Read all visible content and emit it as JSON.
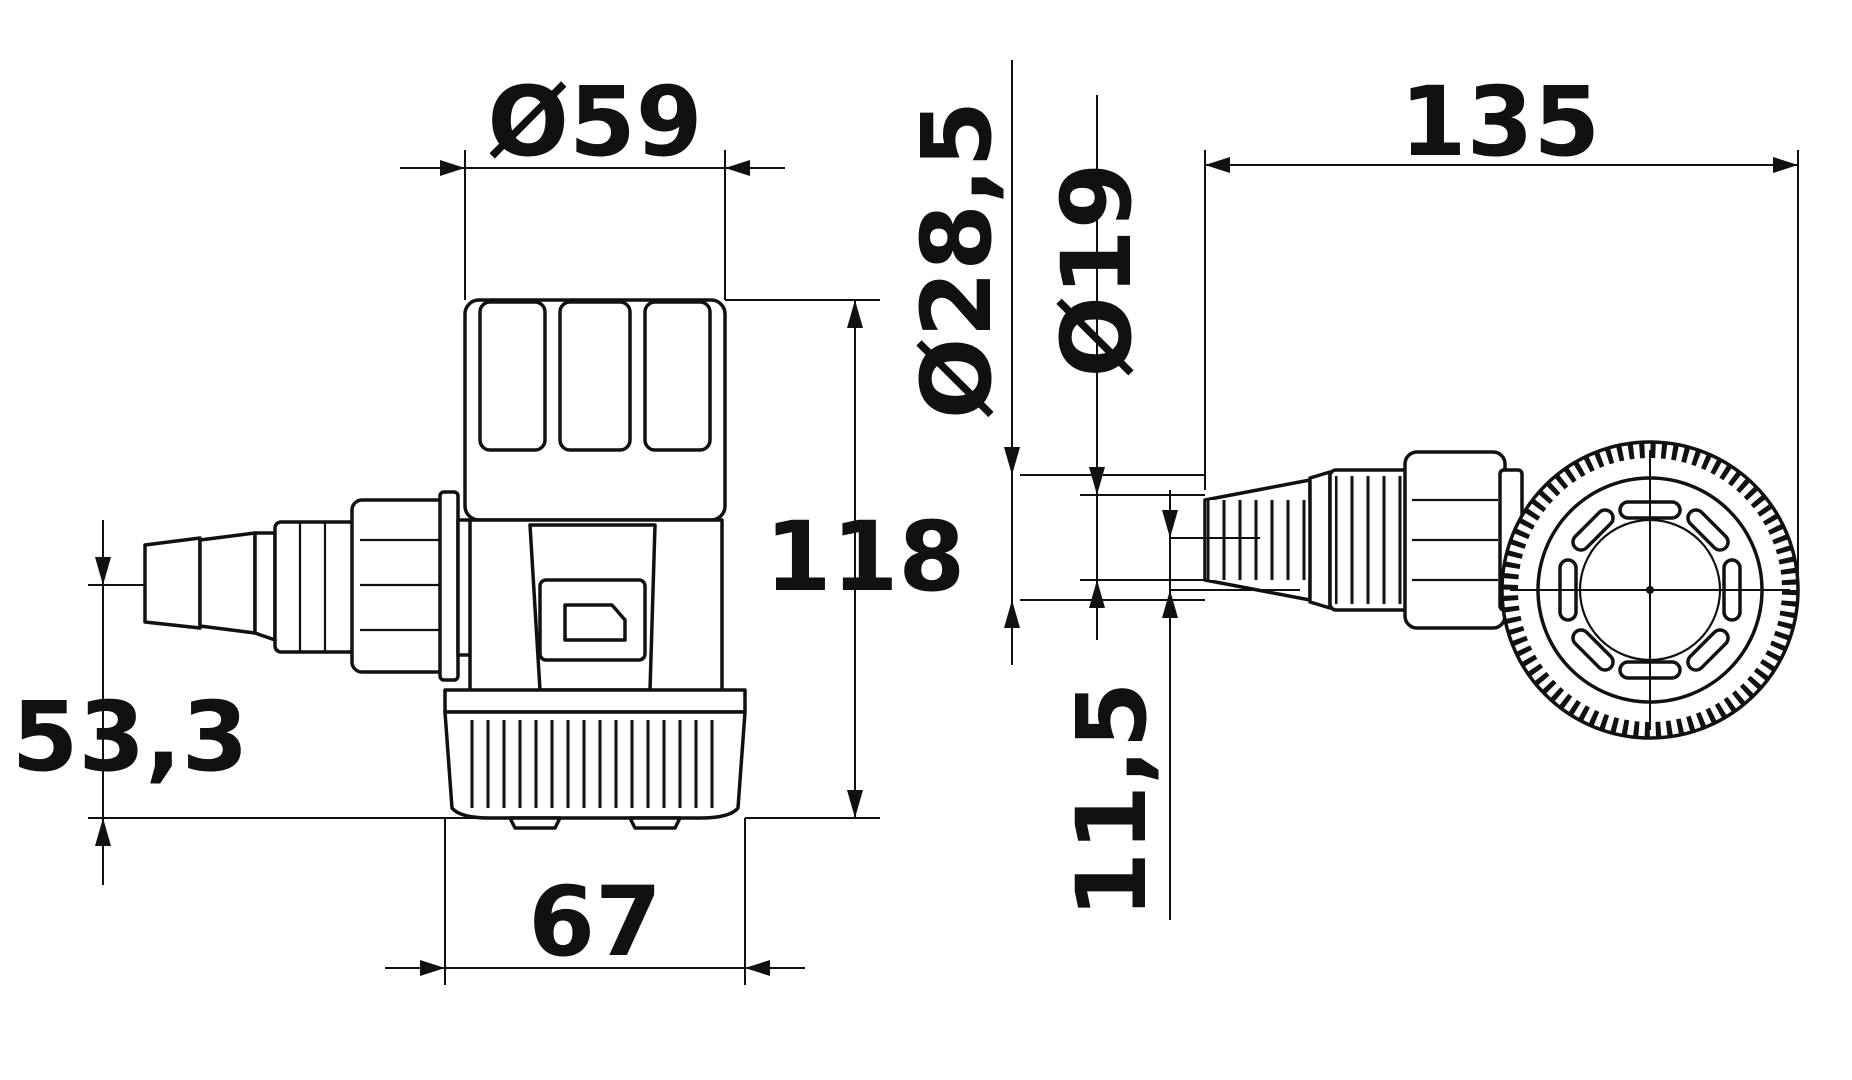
{
  "dimensions": {
    "diameter_body": "Ø59",
    "diameter_hose_outer": "Ø28,5",
    "diameter_hose_inner": "Ø19",
    "total_length": "135",
    "height": "118",
    "base_width": "67",
    "outlet_height": "53,3",
    "offset": "11,5"
  },
  "colors": {
    "line": "#111111",
    "background": "#ffffff"
  }
}
